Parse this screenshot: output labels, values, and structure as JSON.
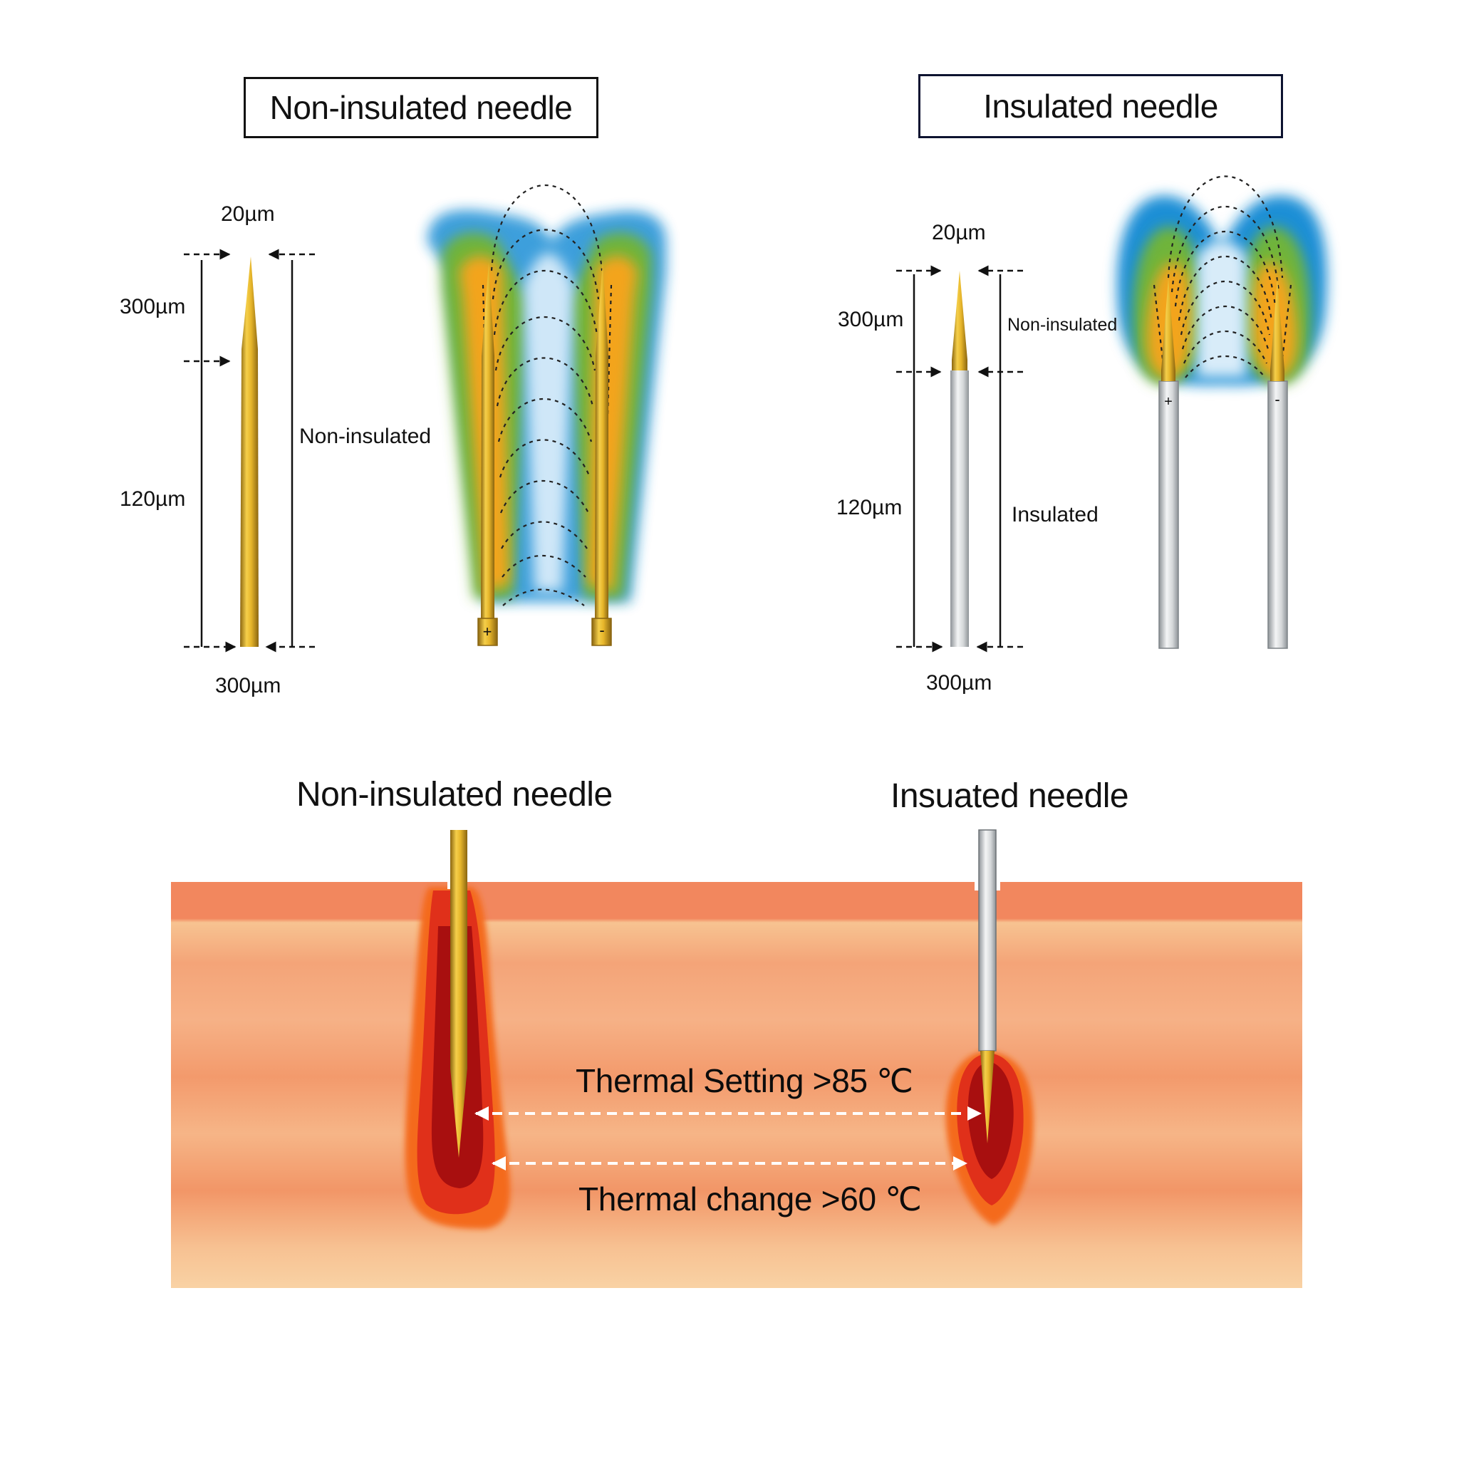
{
  "top_left": {
    "title": "Non-insulated needle",
    "dim_tip_width": "20µm",
    "dim_tip_length": "300µm",
    "dim_shaft_length": "120µm",
    "dim_base_width": "300µm",
    "region_label": "Non-insulated"
  },
  "top_right": {
    "title": "Insulated needle",
    "dim_tip_width": "20µm",
    "dim_tip_length": "300µm",
    "dim_shaft_length": "120µm",
    "dim_base_width": "300µm",
    "region_label_tip": "Non-insulated",
    "region_label_shaft": "Insulated"
  },
  "bottom": {
    "heading_left": "Non-insulated needle",
    "heading_right": "Insuated needle",
    "thermal_setting": "Thermal Setting >85 ℃",
    "thermal_change": "Thermal change >60 ℃"
  },
  "colors": {
    "gold": "#d4a017",
    "silver": "#c9cdd0",
    "skin_top": "#f08a5d",
    "skin_band": "#f6b98a",
    "heat_inner": "#a80f0f",
    "heat_mid": "#e0301a",
    "heat_outer": "#f26a1b",
    "field_blue": "#1e8fd6",
    "field_green": "#3aa64a",
    "field_orange": "#f2a21a"
  }
}
